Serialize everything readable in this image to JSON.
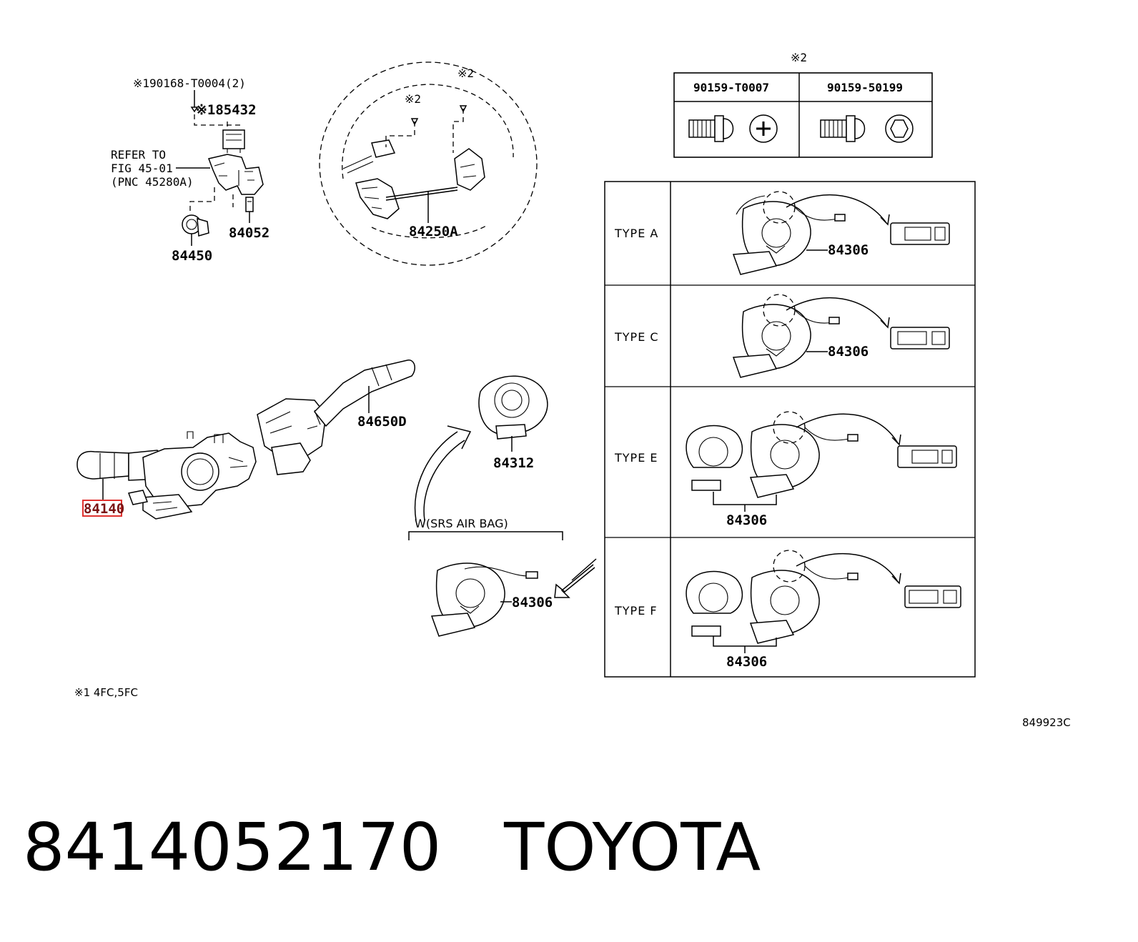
{
  "labels": {
    "switch_assy": "84140",
    "wiper_switch": "84650D",
    "clock_spring": "84312",
    "wheel_switch": "84250A",
    "ignition_switch": "84450",
    "part_84052": "84052",
    "part_185432": "※185432",
    "bolt_note": "※190168-T0004(2)",
    "refer_line1": "REFER TO",
    "refer_line2": "FIG 45-01",
    "refer_line3": "(PNC 45280A)",
    "note2_wheel_a": "※2",
    "note2_wheel_b": "※2",
    "note2_table": "※2",
    "spiral_cable": "84306",
    "srs_air_bag": "W(SRS AIR BAG)",
    "footnote": "※1   4FC,5FC",
    "diagram_id": "849923C"
  },
  "screw_table": {
    "headers": [
      "90159-T0007",
      "90159-50199"
    ]
  },
  "types": [
    {
      "label": "TYPE A",
      "part": "84306"
    },
    {
      "label": "TYPE C",
      "part": "84306"
    },
    {
      "label": "TYPE E",
      "part": "84306"
    },
    {
      "label": "TYPE F",
      "part": "84306"
    }
  ],
  "caption": {
    "part_number": "8414052170",
    "brand": "TOYOTA"
  },
  "colors": {
    "highlight": "#e0322f"
  }
}
